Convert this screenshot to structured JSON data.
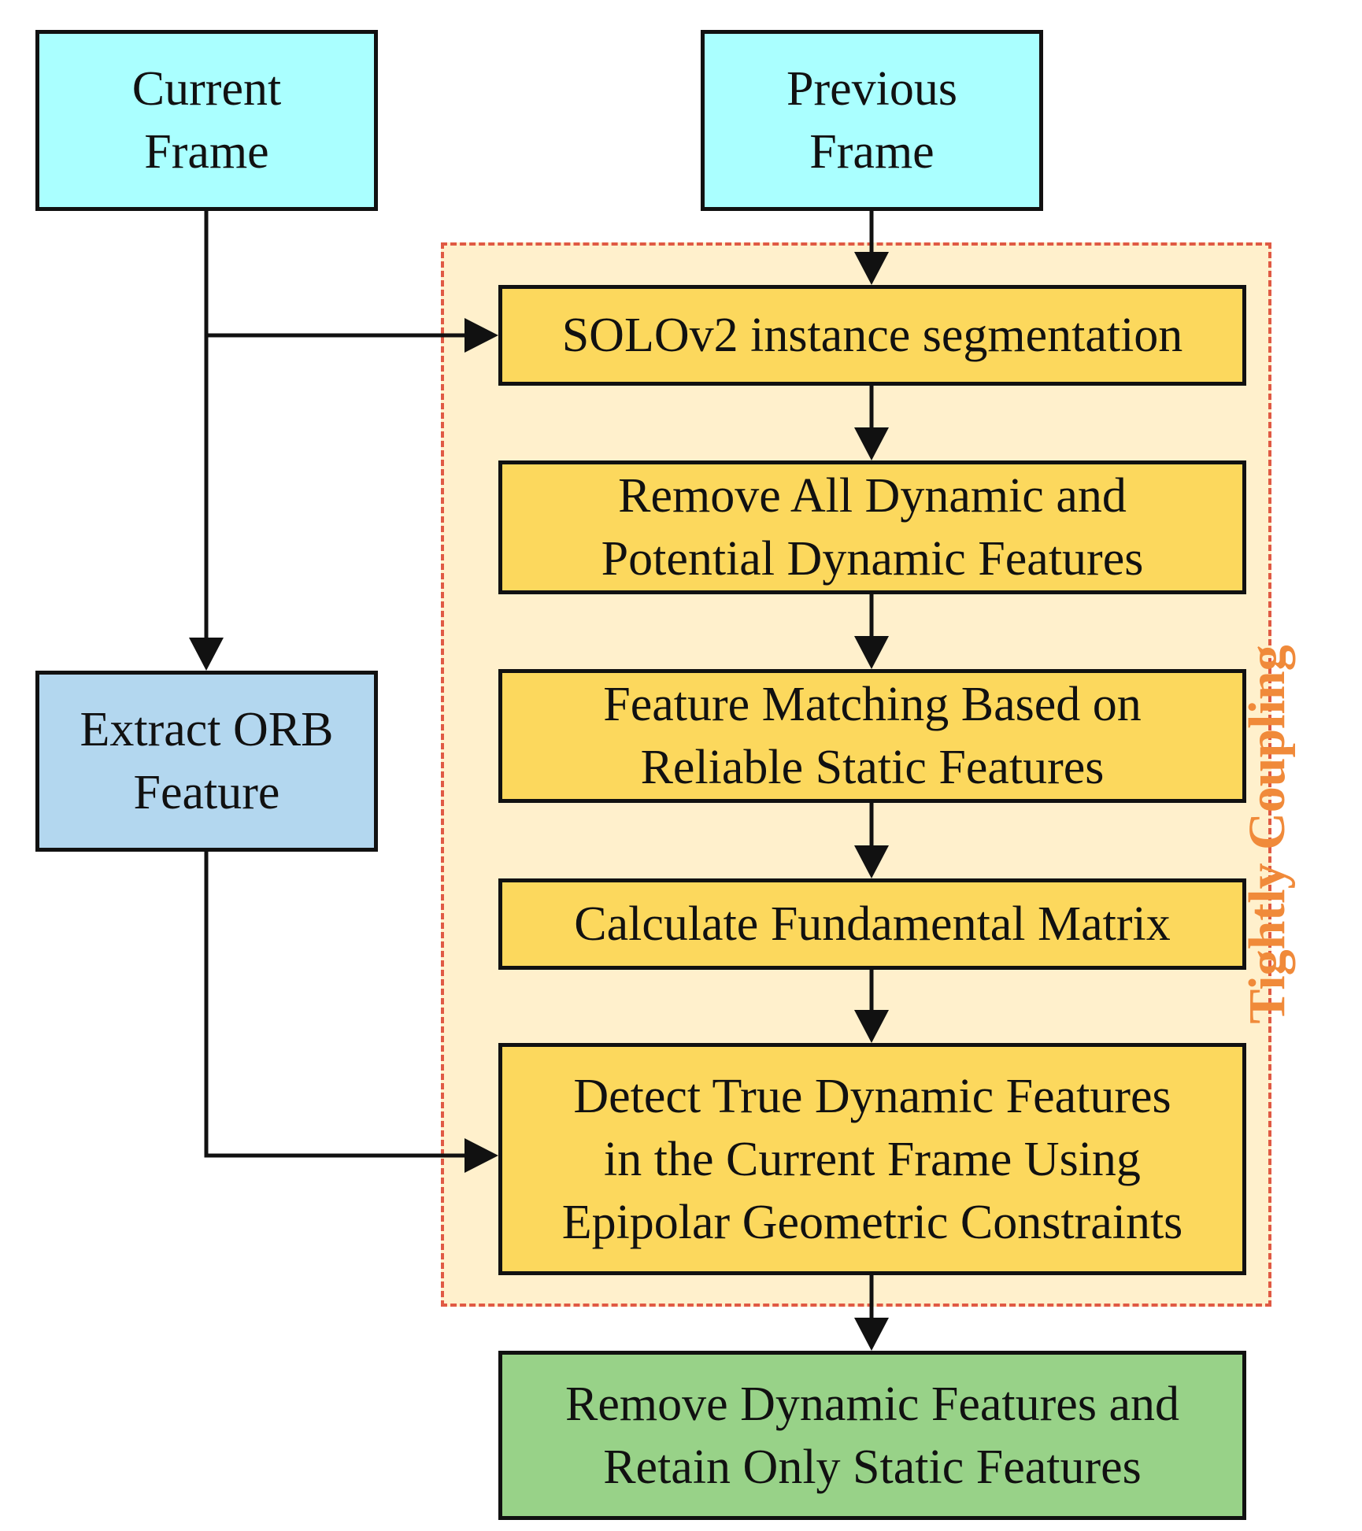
{
  "nodes": {
    "current_frame": "Current\nFrame",
    "previous_frame": "Previous\nFrame",
    "extract_orb": "Extract ORB\nFeature",
    "solov2": "SOLOv2 instance segmentation",
    "remove_dynamic": "Remove All Dynamic and\nPotential Dynamic Features",
    "feature_matching": "Feature Matching Based on\nReliable Static Features",
    "fundamental_matrix": "Calculate Fundamental Matrix",
    "detect_true_dynamic": "Detect True Dynamic Features\nin the Current Frame Using\nEpipolar Geometric Constraints",
    "retain_static": "Remove Dynamic Features and\nRetain Only Static Features"
  },
  "region_label": "Tightly Coupling",
  "colors": {
    "frame_fill": "#aaffff",
    "orb_fill": "#b3d7ef",
    "process_fill": "#fcd85d",
    "output_fill": "#98d288",
    "region_fill": "#fff0cc",
    "region_border": "#e05a44",
    "region_label": "#f08a3a"
  }
}
